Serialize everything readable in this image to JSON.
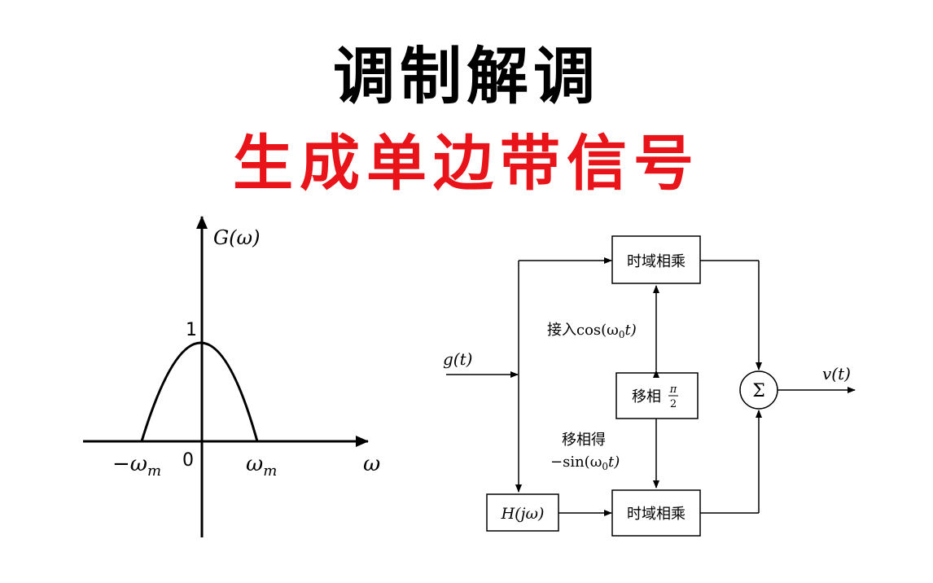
{
  "title": {
    "main": "调制解调",
    "sub": "生成单边带信号",
    "sub_color": "#e8141a"
  },
  "spectrum_plot": {
    "y_axis_label": "G(ω)",
    "peak_label": "1",
    "origin_label": "0",
    "left_cutoff_label": "−ω",
    "right_cutoff_label": "ω",
    "cutoff_subscript": "m",
    "x_axis_label": "ω"
  },
  "block_diagram": {
    "input_label": "g(t)",
    "output_label": "v(t)",
    "blocks": {
      "multiplier_top": "时域相乘",
      "phase_shift": "移相",
      "phase_shift_fraction_num": "π",
      "phase_shift_fraction_den": "2",
      "hilbert": "H(jω)",
      "multiplier_bottom": "时域相乘",
      "summer": "Σ"
    },
    "annotations": {
      "cos_prefix": "接入",
      "cos_expr": "cos(ω",
      "cos_sub": "0",
      "cos_tail": "t)",
      "sin_line1": "移相得",
      "sin_expr": "−sin(ω",
      "sin_sub": "0",
      "sin_tail": "t)"
    }
  }
}
